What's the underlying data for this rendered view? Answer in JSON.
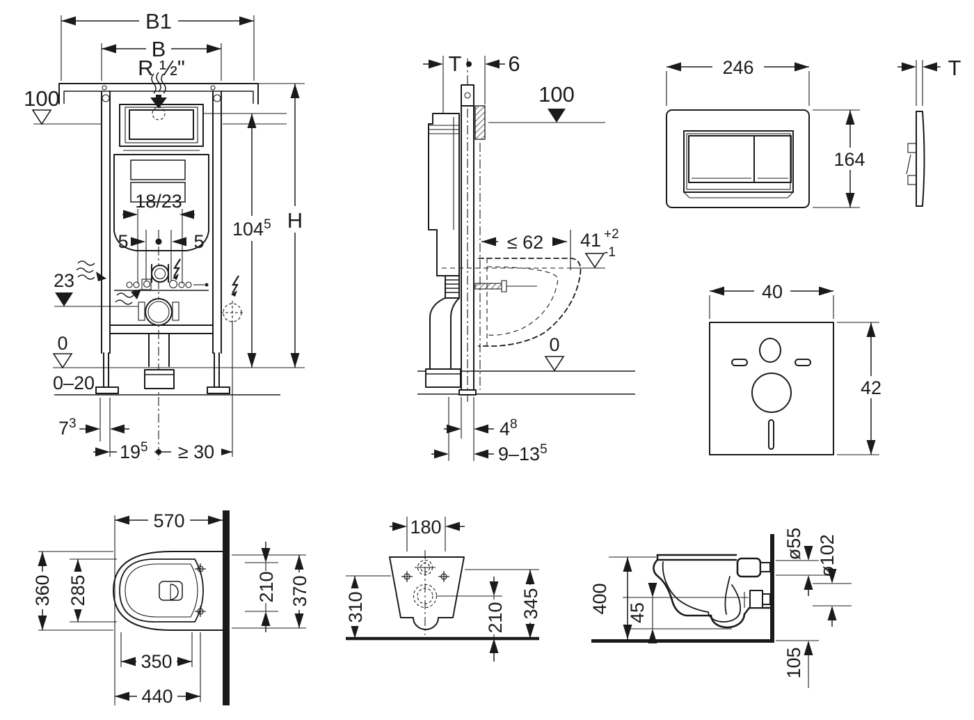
{
  "drawing": {
    "frame_front": {
      "b1": "B1",
      "b": "B",
      "r_conn": "R ½\"",
      "h100": "100",
      "pipe_offset": "18/23",
      "five_left": "5",
      "five_right": "5",
      "h23": "23",
      "zero": "0",
      "floor_range": "0–20",
      "d7": {
        "base": "7",
        "sup": "3"
      },
      "d19": {
        "base": "19",
        "sup": "5"
      },
      "min30": "≥ 30",
      "d104": {
        "base": "104",
        "sup": "5"
      },
      "h": "H"
    },
    "frame_side": {
      "t": "T",
      "six": "6",
      "h100": "100",
      "max62": "≤ 62",
      "d41": {
        "base": "41",
        "sup": "+2",
        "sub": "-1"
      },
      "zero": "0",
      "d4": {
        "base": "4",
        "sup": "8"
      },
      "d913": {
        "base": "9–13",
        "sup": "5"
      }
    },
    "flush_plate": {
      "width": "246",
      "height": "164",
      "t": "T"
    },
    "sound_pad": {
      "width": "40",
      "height": "42"
    },
    "pan_top": {
      "d570": "570",
      "d360": "360",
      "d285": "285",
      "d350": "350",
      "d440": "440",
      "d210": "210",
      "d370": "370"
    },
    "pan_rear": {
      "d180": "180",
      "d310": "310",
      "d210": "210",
      "d345": "345"
    },
    "pan_side": {
      "d400": "400",
      "d45": "45",
      "d55": "ø55",
      "d102": "ø102",
      "d105": "105"
    }
  }
}
